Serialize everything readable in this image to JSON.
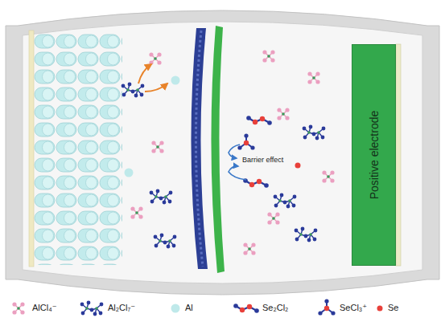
{
  "diagram": {
    "nodes": [
      {
        "text": [
          "Positive electrode"
        ]
      }
    ],
    "labels": [
      "Barrier effect"
    ],
    "legend": [
      {
        "text": "AlCl₄⁻"
      },
      {
        "text": "Al₂Cl₇⁻"
      },
      {
        "text": "Al"
      },
      {
        "text": "Se₂Cl₂"
      },
      {
        "text": "SeCl₃⁺"
      },
      {
        "text": "Se"
      }
    ]
  }
}
